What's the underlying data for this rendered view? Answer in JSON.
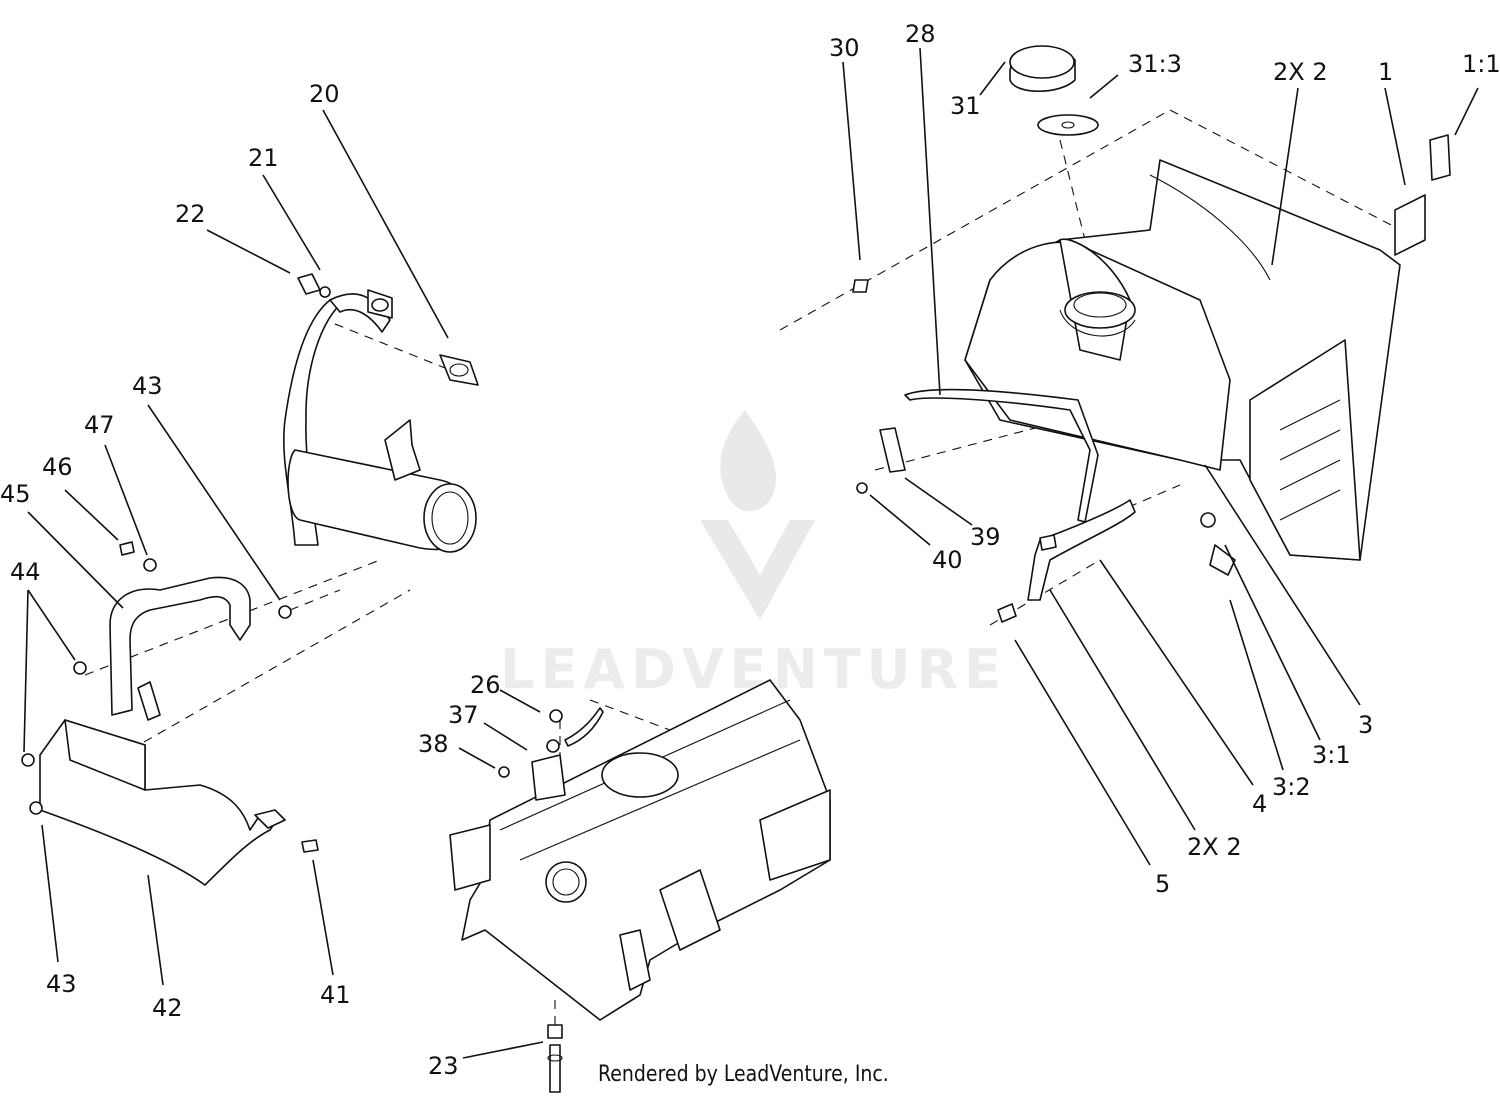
{
  "watermark": {
    "brand": "LEADVENTURE"
  },
  "footer": {
    "text": "Rendered by LeadVenture, Inc."
  },
  "labels": {
    "l30": "30",
    "l28": "28",
    "l31": "31",
    "l31_3": "31:3",
    "l2x2_top": "2X 2",
    "l1": "1",
    "l1_1": "1:1",
    "l20": "20",
    "l21": "21",
    "l22": "22",
    "l43_top": "43",
    "l47": "47",
    "l46": "46",
    "l45": "45",
    "l44": "44",
    "l39": "39",
    "l40": "40",
    "l26": "26",
    "l37": "37",
    "l38": "38",
    "l3": "3",
    "l3_1": "3:1",
    "l3_2": "3:2",
    "l4": "4",
    "l2x2_bot": "2X 2",
    "l5": "5",
    "l43_bot": "43",
    "l42": "42",
    "l41": "41",
    "l23": "23"
  }
}
